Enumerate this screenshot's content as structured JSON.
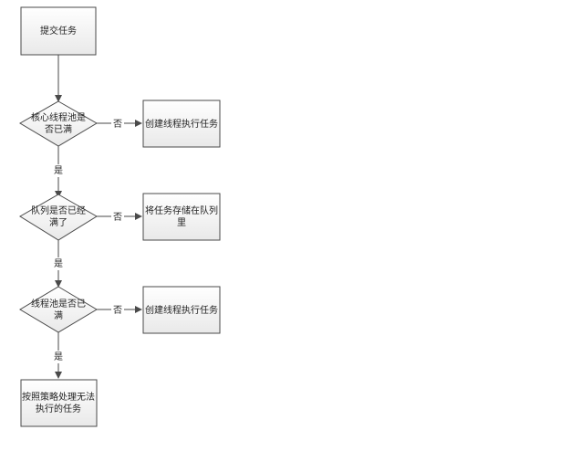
{
  "flowchart": {
    "start": {
      "text": "提交任务"
    },
    "decisions": [
      {
        "lines": [
          "核心线程池是",
          "否已满"
        ],
        "no_label": "否",
        "yes_label": "是"
      },
      {
        "lines": [
          "队列是否已经",
          "满了"
        ],
        "no_label": "否",
        "yes_label": "是"
      },
      {
        "lines": [
          "线程池是否已",
          "满"
        ],
        "no_label": "否",
        "yes_label": "是"
      }
    ],
    "actions": [
      {
        "lines": [
          "创建线程执行任务"
        ]
      },
      {
        "lines": [
          "将任务存储在队列",
          "里"
        ]
      },
      {
        "lines": [
          "创建线程执行任务"
        ]
      }
    ],
    "end": {
      "lines": [
        "按照策略处理无法",
        "执行的任务"
      ]
    }
  },
  "colors": {
    "box_fill_top": "#ffffff",
    "box_fill_bottom": "#e9e9e9",
    "stroke": "#4a4a4a",
    "text": "#222222"
  }
}
